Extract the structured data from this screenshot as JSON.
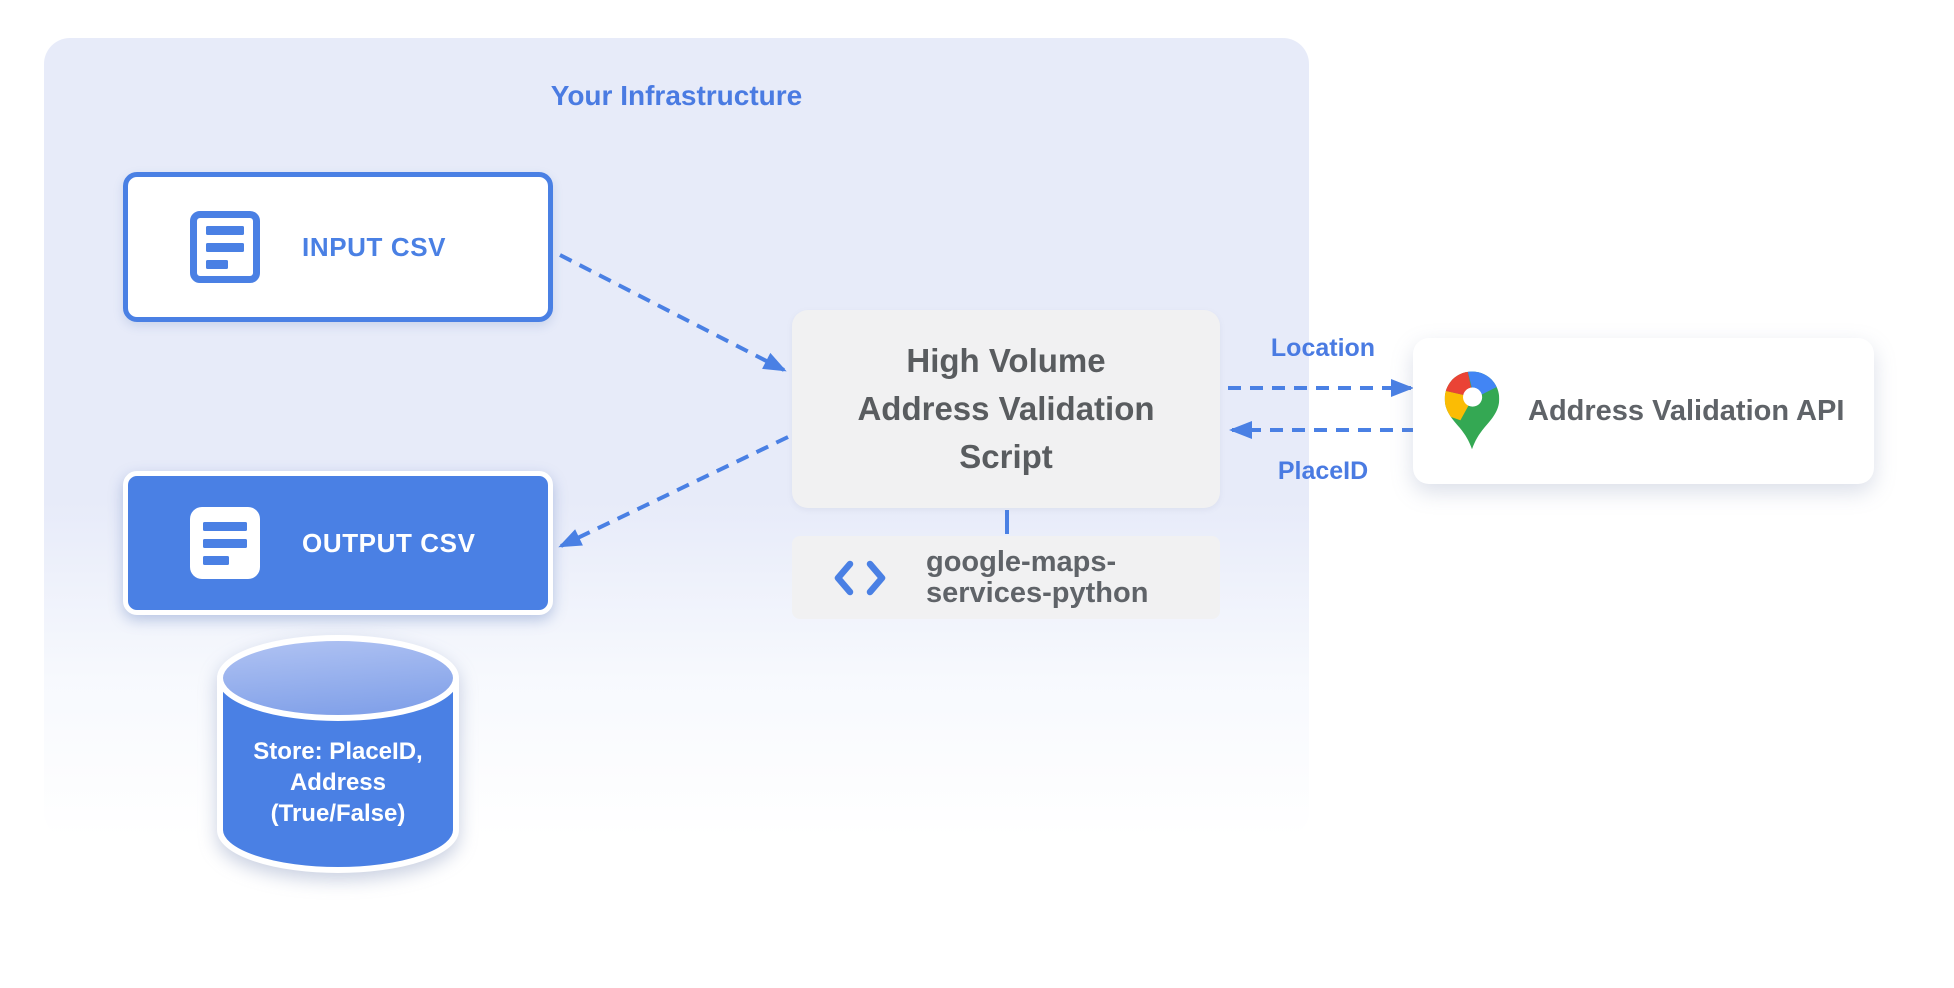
{
  "title": "Your Infrastructure",
  "nodes": {
    "input_csv": {
      "label": "INPUT CSV",
      "icon": "csv-document-icon"
    },
    "output_csv": {
      "label": "OUTPUT CSV",
      "icon": "csv-document-icon"
    },
    "datastore": {
      "shape": "database-cylinder",
      "lines": [
        "Store: PlaceID,",
        "Address",
        "(True/False)"
      ]
    },
    "script": {
      "lines": [
        "High Volume",
        "Address Validation",
        "Script"
      ]
    },
    "library": {
      "icon": "code-icon",
      "lines": [
        "google-maps-",
        "services-python"
      ]
    },
    "api": {
      "label": "Address Validation API",
      "icon": "google-maps-pin-icon"
    }
  },
  "edges": [
    {
      "from": "input_csv",
      "to": "script",
      "style": "dashed",
      "label": ""
    },
    {
      "from": "script",
      "to": "output_csv",
      "style": "dashed",
      "label": ""
    },
    {
      "from": "script",
      "to": "api",
      "style": "dashed",
      "label": "Location"
    },
    {
      "from": "api",
      "to": "script",
      "style": "dashed",
      "label": "PlaceID"
    },
    {
      "from": "script",
      "to": "library",
      "style": "solid",
      "label": ""
    }
  ],
  "colors": {
    "accent_blue": "#4A80E4",
    "label_blue": "#4A7BE2",
    "container_bg": "#E7EBF9",
    "gray_box": "#F1F1F2",
    "gray_text": "#5F6368",
    "cylinder_top_light": "#B2C4F3",
    "cylinder_top_dark": "#83A2E9",
    "maps_pin_red": "#EA4335",
    "maps_pin_blue": "#4285F4",
    "maps_pin_yellow": "#FBBC04",
    "maps_pin_green": "#34A853"
  }
}
